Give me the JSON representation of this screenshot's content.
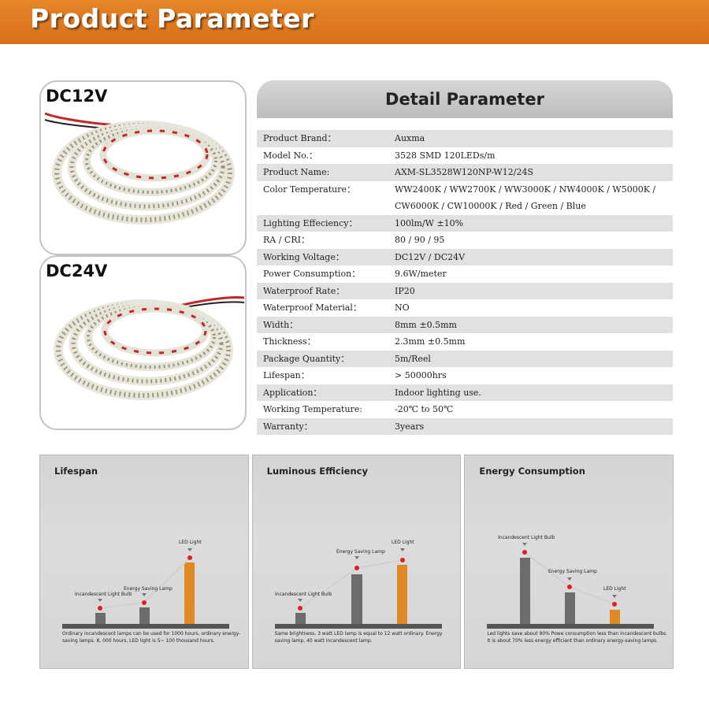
{
  "header": {
    "title": "Product Parameter"
  },
  "cards": [
    {
      "label": "DC12V"
    },
    {
      "label": "DC24V"
    }
  ],
  "detail": {
    "title": "Detail Parameter",
    "rows": [
      {
        "k": "Product Brand：",
        "v": "Auxma"
      },
      {
        "k": "Model No.：",
        "v": "3528 SMD 120LEDs/m"
      },
      {
        "k": "Product Name:",
        "v": "AXM-SL3528W120NP-W12/24S"
      },
      {
        "k": "Color Temperature：",
        "v": "WW2400K / WW2700K / WW3000K / NW4000K / W5000K / CW6000K / CW10000K / Red / Green / Blue"
      },
      {
        "k": "Lighting Effeciency：",
        "v": "100lm/W ±10%"
      },
      {
        "k": "RA / CRI：",
        "v": " 80 / 90 / 95"
      },
      {
        "k": "Working Voltage：",
        "v": "DC12V / DC24V"
      },
      {
        "k": "Power Consumption：",
        "v": "9.6W/meter"
      },
      {
        "k": "Waterproof Rate：",
        "v": "IP20"
      },
      {
        "k": "Waterproof Material：",
        "v": "NO"
      },
      {
        "k": "Width：",
        "v": "8mm  ±0.5mm"
      },
      {
        "k": "Thickness：",
        "v": "2.3mm ±0.5mm"
      },
      {
        "k": "Package Quantity：",
        "v": "5m/Reel"
      },
      {
        "k": "Lifespan：",
        "v": "> 50000hrs"
      },
      {
        "k": "Application：",
        "v": "Indoor lighting use."
      },
      {
        "k": "Working Temperature:",
        "v": "-20℃ to 50℃"
      },
      {
        "k": "Warranty：",
        "v": "3years"
      }
    ]
  },
  "panels": [
    {
      "title": "Lifespan",
      "labels": [
        "Incandescent Light Bulb",
        "Energy Saving Lamp",
        "LED Light"
      ],
      "note": "Ordinary incandescent lamps can be used for 1000 hours, ordinary energy-saving lamps. 8, 000 hours, LED light is 5~ 100 thousand hours."
    },
    {
      "title": "Luminous Efficiency",
      "labels": [
        "Incandescent Light Bulb",
        "Energy Saving Lamp",
        "LED Light"
      ],
      "note": "Same brightness, 3 watt LED lamp is equal to 12 watt ordinary. Energy saving lamp, 40 watt incandescent lamp."
    },
    {
      "title": "Energy Consumption",
      "labels": [
        "Incandescent Light Bulb",
        "Energy Saving Lamp",
        "LED Light"
      ],
      "note": "Led lights save about 90% Powe consumption less than incandescent bulbs. It is about 70% less energy efficient than ordinary energy-saving lamps."
    }
  ],
  "colors": {
    "banner": "#dd7a22",
    "led_bar": "#e08a25",
    "gray_bar": "#6c6c6c",
    "marker": "#e02020"
  }
}
